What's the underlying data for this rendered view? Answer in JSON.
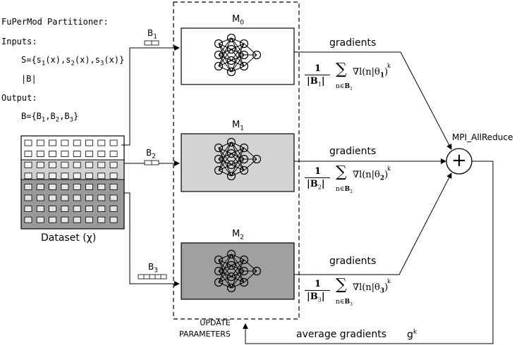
{
  "partitioner": {
    "title": "FuPerMod Partitioner:",
    "inputs_label": "Inputs:",
    "s_expr": "S={s1(x),s2(x),s3(x)}",
    "b_abs": "|B|",
    "output_label": "Output:",
    "b_expr": "B={B1,B2,B3}"
  },
  "dataset": {
    "label": "Dataset (χ)"
  },
  "batches": [
    "B1",
    "B2",
    "B3"
  ],
  "models": [
    {
      "label": "M0",
      "fill": "#ffffff"
    },
    {
      "label": "M1",
      "fill": "#d3d3d3"
    },
    {
      "label": "M2",
      "fill": "#a0a0a0"
    }
  ],
  "gradients_label": "gradients",
  "formula": {
    "one": "1",
    "sum": "∑",
    "grad": "∇l(n|θ",
    "close": ")",
    "k": "k",
    "n_in": "n∈"
  },
  "allreduce": {
    "label": "MPI_AllReduce",
    "symbol": "+"
  },
  "update": {
    "line1": "UPDATE",
    "line2": "PARAMETERS"
  },
  "average": {
    "label": "average gradients",
    "gk": "g"
  }
}
